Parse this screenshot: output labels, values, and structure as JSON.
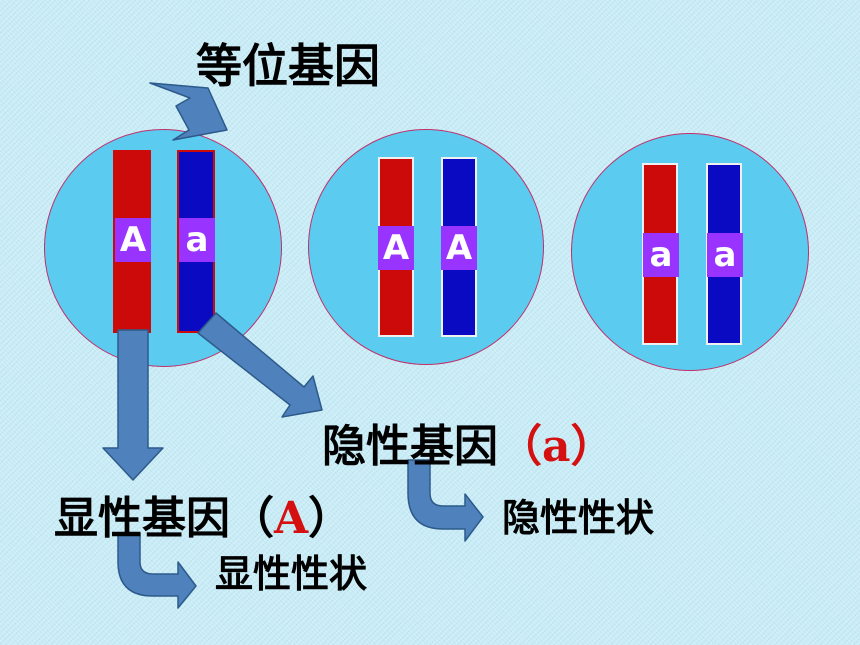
{
  "title": "等位基因",
  "cells": [
    {
      "alleles": [
        "A",
        "a"
      ]
    },
    {
      "alleles": [
        "A",
        "A"
      ]
    },
    {
      "alleles": [
        "a",
        "a"
      ]
    }
  ],
  "recessive_gene": {
    "label": "隐性基因",
    "paren_open": "（",
    "symbol": "a",
    "paren_close": "）"
  },
  "dominant_gene": {
    "label": "显性基因",
    "paren_open": "（",
    "symbol": "A",
    "paren_close": "）"
  },
  "recessive_trait": "隐性性状",
  "dominant_trait": "显性性状",
  "colors": {
    "maternal": "#cc0a0a",
    "paternal": "#0a0ac2",
    "locus": "#9933ff",
    "cell": "#5ccbf0",
    "arrow": "#4f81bd"
  }
}
